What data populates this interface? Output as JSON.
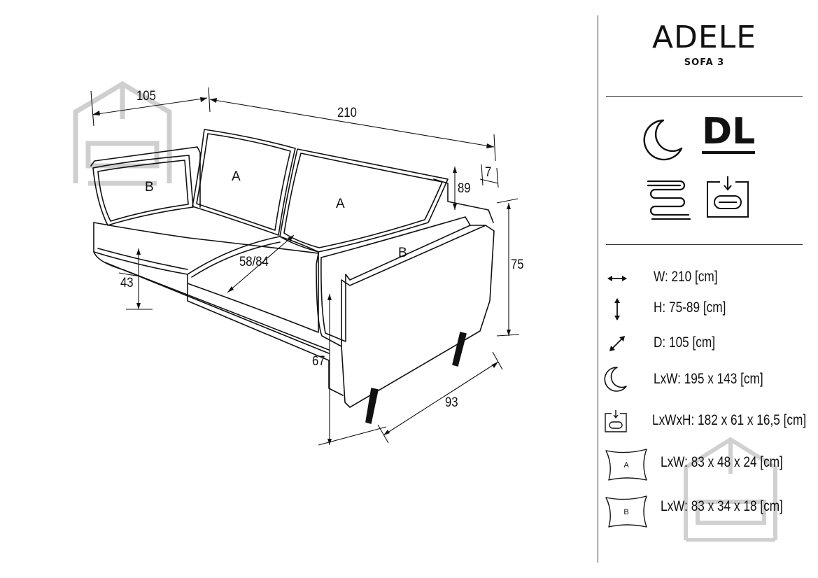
{
  "product": {
    "name": "ADELE",
    "model": "SOFA 3",
    "brand_mark": "DL"
  },
  "drawing": {
    "dimensions": {
      "depth": "105",
      "width": "210",
      "cushion_thickness": "7",
      "height_with_cushions": "89",
      "height": "75",
      "seat_height": "43",
      "seat_depth": "58/84",
      "armrest_height": "67",
      "seat_width": "93"
    },
    "cushion_labels": {
      "back_left": "A",
      "back_right": "A",
      "side_left": "B",
      "side_right": "B"
    }
  },
  "specs": [
    {
      "icon": "horizontal-arrow-icon",
      "text": "W: 210 [cm]"
    },
    {
      "icon": "vertical-arrow-icon",
      "text": "H: 75-89 [cm]"
    },
    {
      "icon": "diagonal-arrow-icon",
      "text": "D: 105 [cm]"
    },
    {
      "icon": "crescent-moon-icon",
      "text": "LxW: 195 x 143 [cm]"
    },
    {
      "icon": "storage-box-icon",
      "text": "LxWxH: 182 x 61 x 16,5 [cm]"
    },
    {
      "icon": "pillow-icon",
      "icon_label": "A",
      "text": "LxW: 83 x 48 x 24 [cm]"
    },
    {
      "icon": "pillow-icon",
      "icon_label": "B",
      "text": "LxW: 83 x 34 x 18 [cm]"
    }
  ],
  "features": [
    {
      "icon": "crescent-moon-icon",
      "meaning": "sleeping function"
    },
    {
      "icon": "spring-icon",
      "meaning": "spring seat"
    },
    {
      "icon": "storage-box-icon",
      "meaning": "storage container"
    }
  ],
  "colors": {
    "line": "#111111",
    "watermark": "#c8c8c8"
  }
}
